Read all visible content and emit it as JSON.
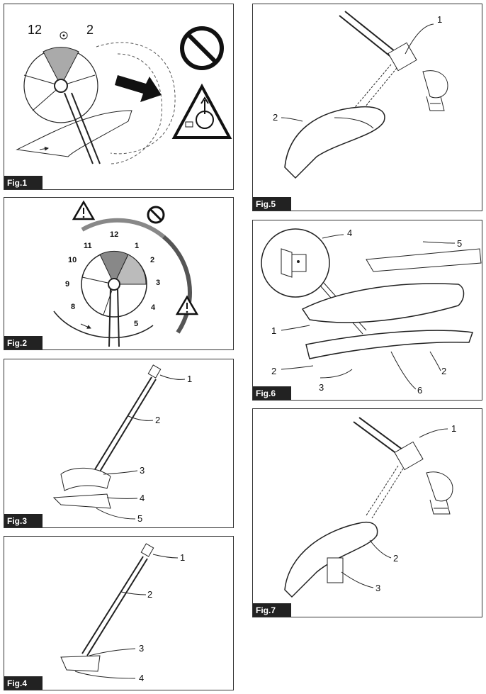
{
  "figures": {
    "fig1": {
      "label": "Fig.1",
      "num_12": "12",
      "num_2": "2"
    },
    "fig2": {
      "label": "Fig.2",
      "dial": [
        "12",
        "1",
        "2",
        "3",
        "4",
        "5",
        "8",
        "9",
        "10",
        "11"
      ]
    },
    "fig3": {
      "label": "Fig.3",
      "callouts": [
        "1",
        "2",
        "3",
        "4",
        "5"
      ]
    },
    "fig4": {
      "label": "Fig.4",
      "callouts": [
        "1",
        "2",
        "3",
        "4"
      ]
    },
    "fig5": {
      "label": "Fig.5",
      "callouts": [
        "1",
        "2"
      ]
    },
    "fig6": {
      "label": "Fig.6",
      "callouts": [
        "4",
        "5",
        "1",
        "2",
        "2",
        "3",
        "6"
      ]
    },
    "fig7": {
      "label": "Fig.7",
      "callouts": [
        "1",
        "2",
        "3"
      ]
    }
  }
}
